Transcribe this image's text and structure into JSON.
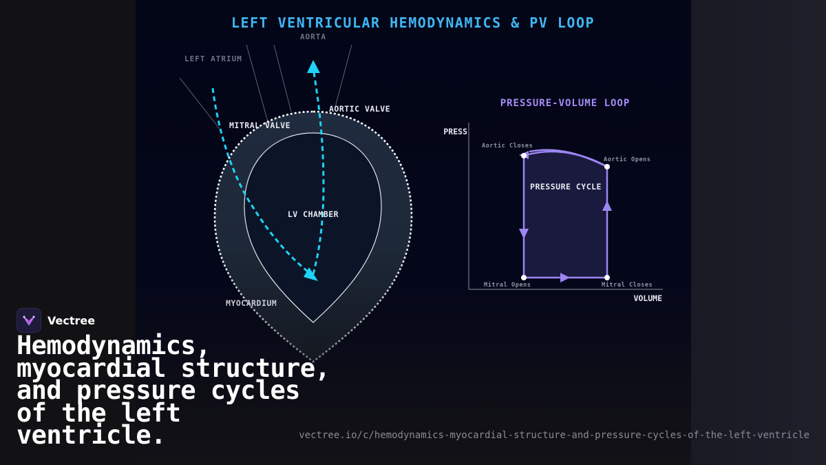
{
  "diagram": {
    "title": "LEFT VENTRICULAR HEMODYNAMICS & PV LOOP",
    "heart_labels": {
      "aorta": "AORTA",
      "left_atrium": "LEFT ATRIUM",
      "aortic_valve": "AORTIC VALVE",
      "mitral_valve": "MITRAL VALVE",
      "lv_chamber": "LV CHAMBER",
      "myocardium": "MYOCARDIUM"
    },
    "pv_loop": {
      "title": "PRESSURE-VOLUME LOOP",
      "y_axis_label": "PRESS",
      "x_axis_label": "VOLUME",
      "center_label": "PRESSURE CYCLE",
      "points": {
        "aortic_closes": "Aortic Closes",
        "aortic_opens": "Aortic Opens",
        "mitral_opens": "Mitral Opens",
        "mitral_closes": "Mitral Closes"
      }
    },
    "colors": {
      "title": "#3fb6f2",
      "flow_arrow": "#1ed3f7",
      "loop": "#9d86f2",
      "loop_title": "#a58cf5",
      "muted_label": "#6b7385",
      "label": "#e6e9f0"
    }
  },
  "brand": {
    "name": "Vectree",
    "logo_icon": "vectree-logo-icon"
  },
  "headline": "Hemodynamics, myocardial structure, and pressure cycles of the left ventricle.",
  "source_url": "vectree.io/c/hemodynamics-myocardial-structure-and-pressure-cycles-of-the-left-ventricle"
}
